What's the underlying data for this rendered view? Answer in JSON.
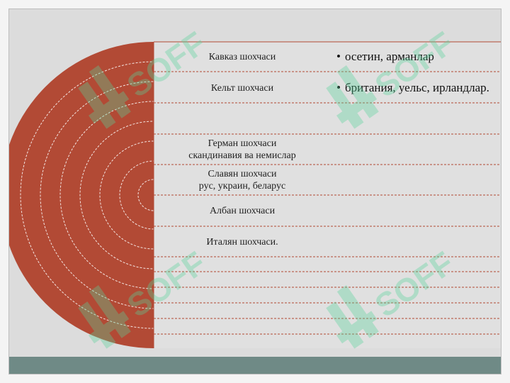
{
  "watermark": {
    "text": "SOFF",
    "color": "#57d39a"
  },
  "colors": {
    "semicircle": "#b24a35",
    "band": "#6f8a86",
    "slide_bg": "#dcdcdc",
    "rule": "#b24a35"
  },
  "rows": [
    {
      "label": "Кавказ шохчаси",
      "sub": ""
    },
    {
      "label": "Кельт шохчаси",
      "sub": ""
    },
    {
      "label": "",
      "sub": ""
    },
    {
      "label": "Герман шохчаси",
      "sub": "скандинавия ва немислар"
    },
    {
      "label": "Славян шохчаси",
      "sub": "рус, украин, беларус"
    },
    {
      "label": "Албан шохчаси",
      "sub": ""
    },
    {
      "label": "Италян шохчаси.",
      "sub": ""
    }
  ],
  "bullets": [
    {
      "text": "осетин, арманлар"
    },
    {
      "text": "британия, уельс, ирландлар."
    }
  ]
}
